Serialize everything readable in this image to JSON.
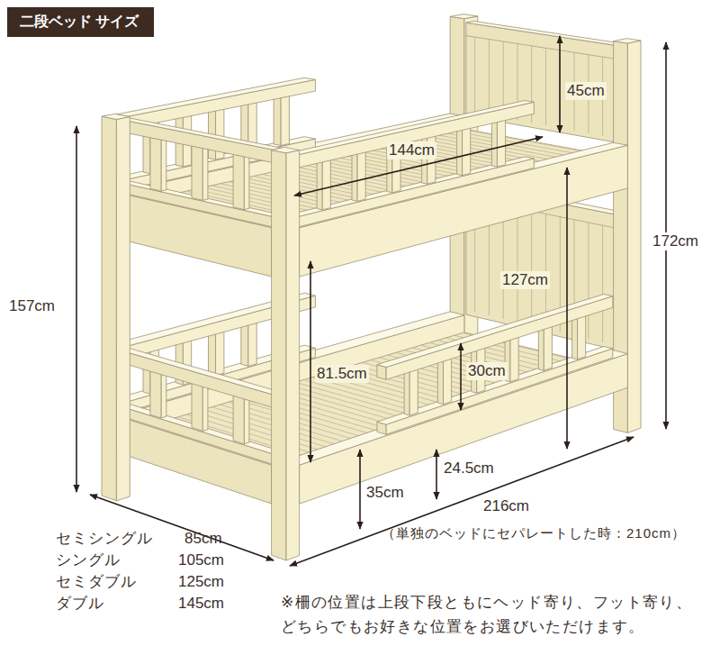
{
  "diagram": {
    "nodes": [
      {
        "text": [
          "二段ベッド サイズ"
        ]
      }
    ],
    "labels": [
      "45cm",
      "144cm",
      "172cm",
      "127cm",
      "157cm",
      "81.5cm",
      "30cm",
      "24.5cm",
      "35cm",
      "216cm",
      "（単独のベッドにセパレートした時：210cm）",
      "セミシングル",
      "85cm",
      "シングル",
      "105cm",
      "セミダブル",
      "125cm",
      "ダブル",
      "145cm",
      "※柵の位置は上段下段ともにヘッド寄り、フット寄り、 どちらでもお好きな位置をお選びいただけます。"
    ]
  }
}
